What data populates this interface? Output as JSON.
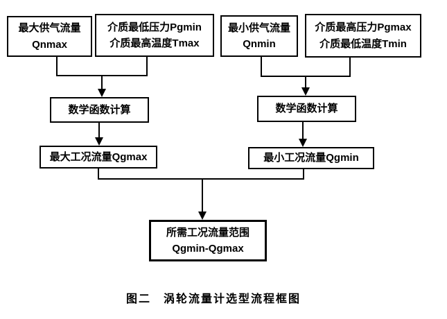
{
  "diagram": {
    "caption": "图二　涡轮流量计选型流程框图",
    "boxes": [
      {
        "name": "max-supply-flow",
        "line1": "最大供气流量",
        "line2": "Qnmax"
      },
      {
        "name": "medium-min-pressure-max-temp",
        "line1": "介质最低压力Pgmin",
        "line2": "介质最高温度Tmax"
      },
      {
        "name": "min-supply-flow",
        "line1": "最小供气流量",
        "line2": "Qnmin"
      },
      {
        "name": "medium-max-pressure-min-temp",
        "line1": "介质最高压力Pgmax",
        "line2": "介质最低温度Tmin"
      },
      {
        "name": "math-calc-left",
        "line1": "数学函数计算"
      },
      {
        "name": "math-calc-right",
        "line1": "数学函数计算"
      },
      {
        "name": "max-working-flow",
        "line1": "最大工况流量Qgmax"
      },
      {
        "name": "min-working-flow",
        "line1": "最小工况流量Qgmin"
      },
      {
        "name": "required-flow-range",
        "line1": "所需工况流量范围",
        "line2": "Qgmin-Qgmax"
      }
    ],
    "colors": {
      "line": "#000000",
      "background": "#ffffff",
      "text": "#000000"
    }
  }
}
